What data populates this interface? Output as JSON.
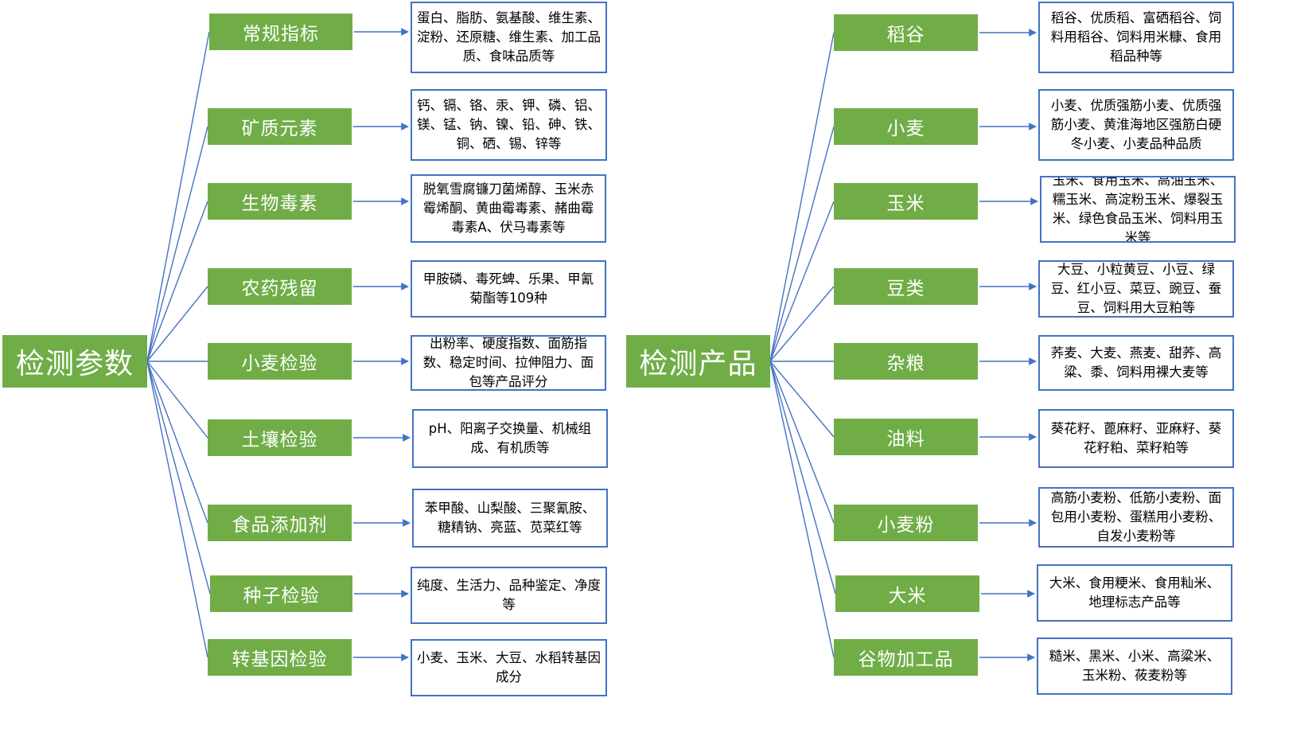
{
  "left": {
    "root": "检测参数",
    "items": [
      {
        "label": "常规指标",
        "desc": "蛋白、脂肪、氨基酸、维生素、淀粉、还原糖、维生素、加工品质、食味品质等"
      },
      {
        "label": "矿质元素",
        "desc": "钙、镉、铬、汞、钾、磷、铝、镁、锰、钠、镍、铅、砷、铁、铜、硒、锡、锌等"
      },
      {
        "label": "生物毒素",
        "desc": "脱氧雪腐镰刀菌烯醇、玉米赤霉烯酮、黄曲霉毒素、赭曲霉毒素A、伏马毒素等"
      },
      {
        "label": "农药残留",
        "desc": "甲胺磷、毒死蜱、乐果、甲氰菊酯等109种"
      },
      {
        "label": "小麦检验",
        "desc": "出粉率、硬度指数、面筋指数、稳定时间、拉伸阻力、面包等产品评分"
      },
      {
        "label": "土壤检验",
        "desc": "pH、阳离子交换量、机械组成、有机质等"
      },
      {
        "label": "食品添加剂",
        "desc": "苯甲酸、山梨酸、三聚氰胺、糖精钠、亮蓝、苋菜红等"
      },
      {
        "label": "种子检验",
        "desc": "纯度、生活力、品种鉴定、净度等"
      },
      {
        "label": "转基因检验",
        "desc": "小麦、玉米、大豆、水稻转基因成分"
      }
    ]
  },
  "right": {
    "root": "检测产品",
    "items": [
      {
        "label": "稻谷",
        "desc": "稻谷、优质稻、富硒稻谷、饲料用稻谷、饲料用米糠、食用稻品种等"
      },
      {
        "label": "小麦",
        "desc": "小麦、优质强筋小麦、优质强筋小麦、黄淮海地区强筋白硬冬小麦、小麦品种品质"
      },
      {
        "label": "玉米",
        "desc": "玉米、食用玉米、高油玉米、糯玉米、高淀粉玉米、爆裂玉米、绿色食品玉米、饲料用玉米等"
      },
      {
        "label": "豆类",
        "desc": "大豆、小粒黄豆、小豆、绿豆、红小豆、菜豆、豌豆、蚕豆、饲料用大豆粕等"
      },
      {
        "label": "杂粮",
        "desc": "荞麦、大麦、燕麦、甜荞、高粱、黍、饲料用裸大麦等"
      },
      {
        "label": "油料",
        "desc": "葵花籽、蓖麻籽、亚麻籽、葵花籽粕、菜籽粕等"
      },
      {
        "label": "小麦粉",
        "desc": "高筋小麦粉、低筋小麦粉、面包用小麦粉、蛋糕用小麦粉、自发小麦粉等"
      },
      {
        "label": "大米",
        "desc": "大米、食用粳米、食用籼米、地理标志产品等"
      },
      {
        "label": "谷物加工品",
        "desc": "糙米、黑米、小米、高粱米、玉米粉、莜麦粉等"
      }
    ]
  },
  "colors": {
    "box_fill": "#70ad47",
    "text_on_fill": "#ffffff",
    "border": "#4472c4",
    "connector": "#4472c4"
  }
}
